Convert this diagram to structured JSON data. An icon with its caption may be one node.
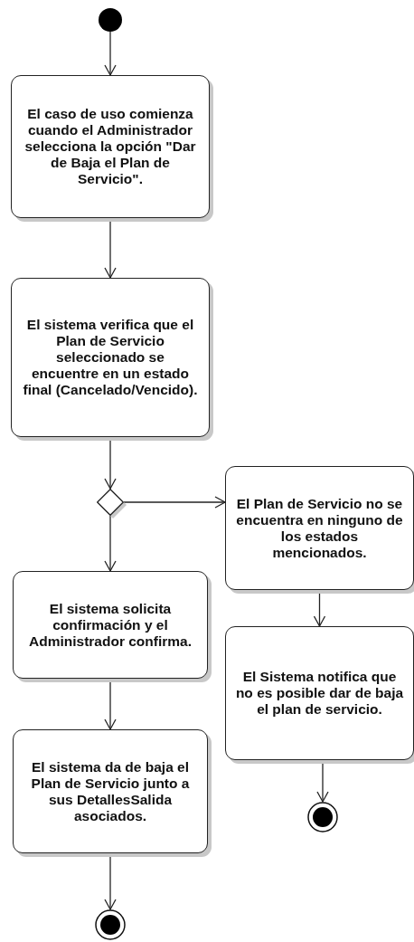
{
  "diagram": {
    "nodes": [
      {
        "text": [],
        "shape": "circle"
      },
      {
        "text": [
          "El caso de uso comienza cuando el Administrador selecciona la opción \"Dar de Baja el Plan de Servicio\"."
        ]
      },
      {
        "text": [
          "El sistema verifica que el Plan de Servicio seleccionado se encuentre en un estado final (Cancelado/Vencido)."
        ]
      },
      {
        "text": [],
        "shape": "diamond"
      },
      {
        "text": [
          "El Plan de Servicio no se encuentra en ninguno de los estados mencionados."
        ]
      },
      {
        "text": [
          "El sistema solicita confirmación y el Administrador confirma."
        ]
      },
      {
        "text": [
          "El Sistema notifica que no es posible dar de baja el plan de servicio."
        ]
      },
      {
        "text": [
          "El sistema da de baja el Plan de Servicio junto a sus DetallesSalida asociados."
        ]
      },
      {
        "text": [],
        "shape": "bullseye"
      },
      {
        "text": [],
        "shape": "bullseye"
      }
    ],
    "edges": [
      {
        "from": 0,
        "to": 1,
        "arrow": "to"
      },
      {
        "from": 1,
        "to": 2,
        "arrow": "to"
      },
      {
        "from": 2,
        "to": 3,
        "arrow": "to"
      },
      {
        "from": 3,
        "to": 4,
        "arrow": "to"
      },
      {
        "from": 3,
        "to": 5,
        "arrow": "to"
      },
      {
        "from": 4,
        "to": 6,
        "arrow": "to"
      },
      {
        "from": 5,
        "to": 7,
        "arrow": "to"
      },
      {
        "from": 6,
        "to": 8,
        "arrow": "to"
      },
      {
        "from": 7,
        "to": 9,
        "arrow": "to"
      }
    ]
  }
}
